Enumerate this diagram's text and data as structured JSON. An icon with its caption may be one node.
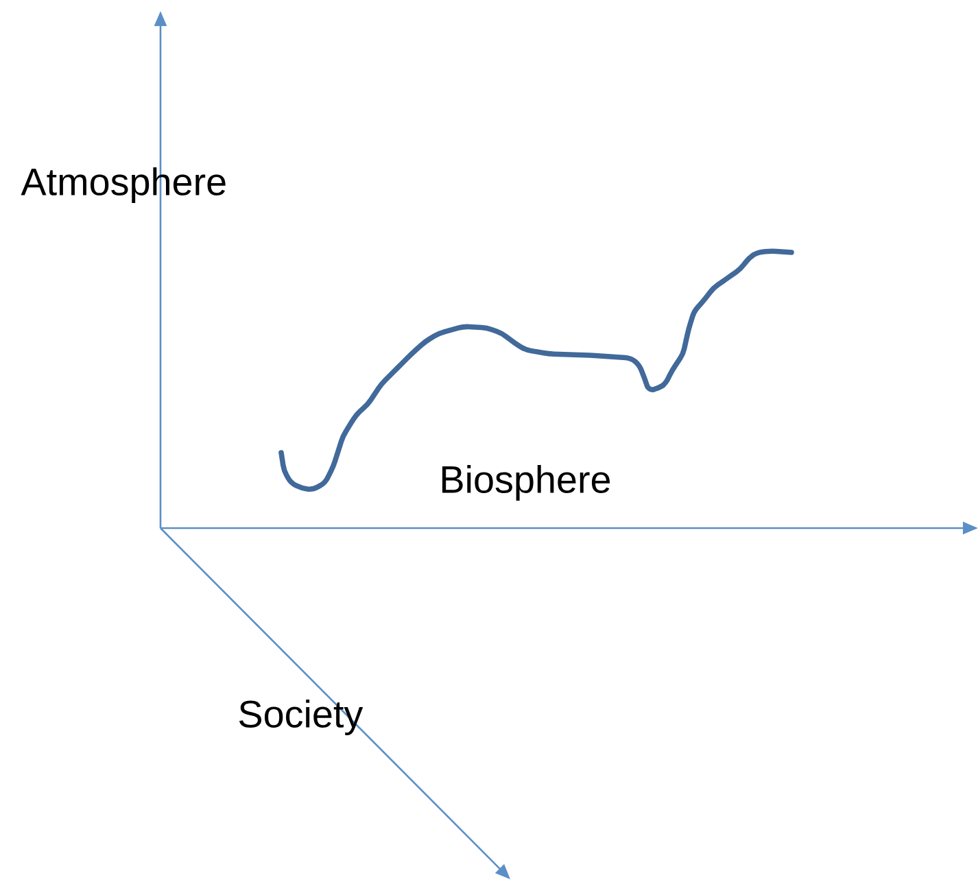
{
  "diagram": {
    "labels": [
      "Atmosphere",
      "Biosphere",
      "Society"
    ]
  }
}
